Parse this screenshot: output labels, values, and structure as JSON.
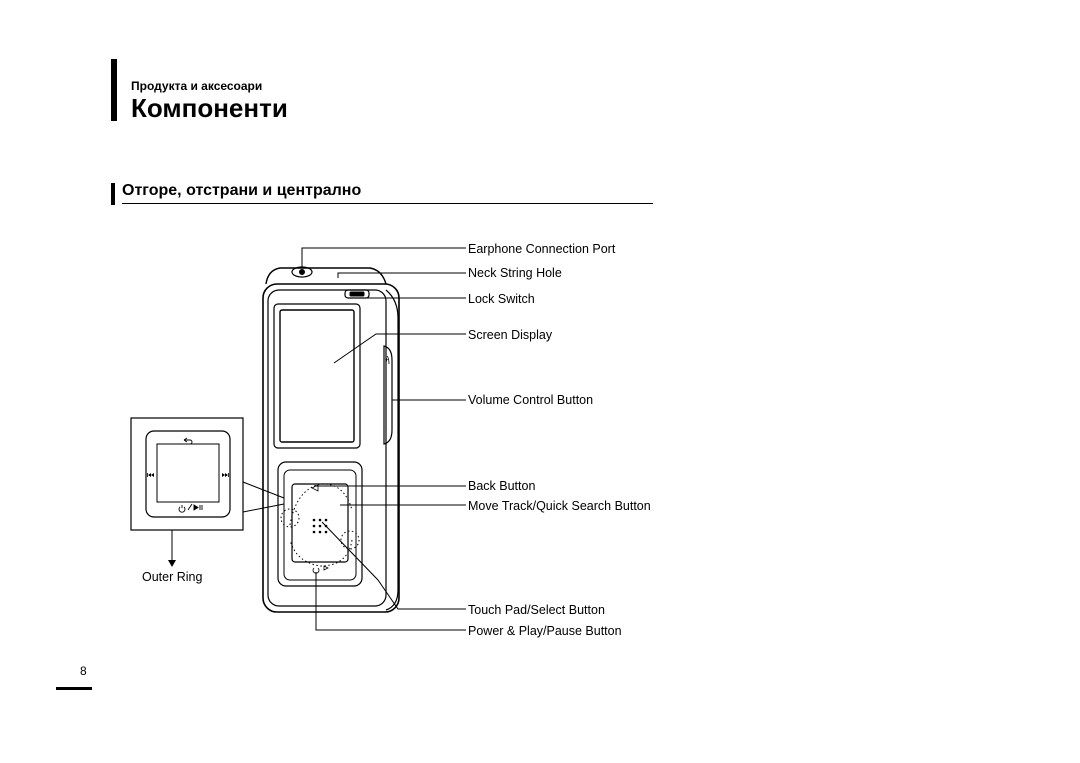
{
  "header": {
    "kicker": "Продукта и аксесоари",
    "title": "Компоненти"
  },
  "section": {
    "title": "Отгоре, отстрани и централно"
  },
  "callouts": {
    "earphone_port": "Earphone Connection Port",
    "neck_string_hole": "Neck String Hole",
    "lock_switch": "Lock Switch",
    "screen_display": "Screen Display",
    "volume_button": "Volume Control Button",
    "back_button": "Back Button",
    "move_track_button": "Move Track/Quick Search Button",
    "touch_pad": "Touch Pad/Select Button",
    "power_button": "Power & Play/Pause Button",
    "outer_ring": "Outer Ring"
  },
  "icons": {
    "back": "back-arrow-icon",
    "prev": "skip-back-icon",
    "next": "skip-forward-icon",
    "power_play": "power-play-pause-icon"
  },
  "footer": {
    "page_number": "8"
  }
}
